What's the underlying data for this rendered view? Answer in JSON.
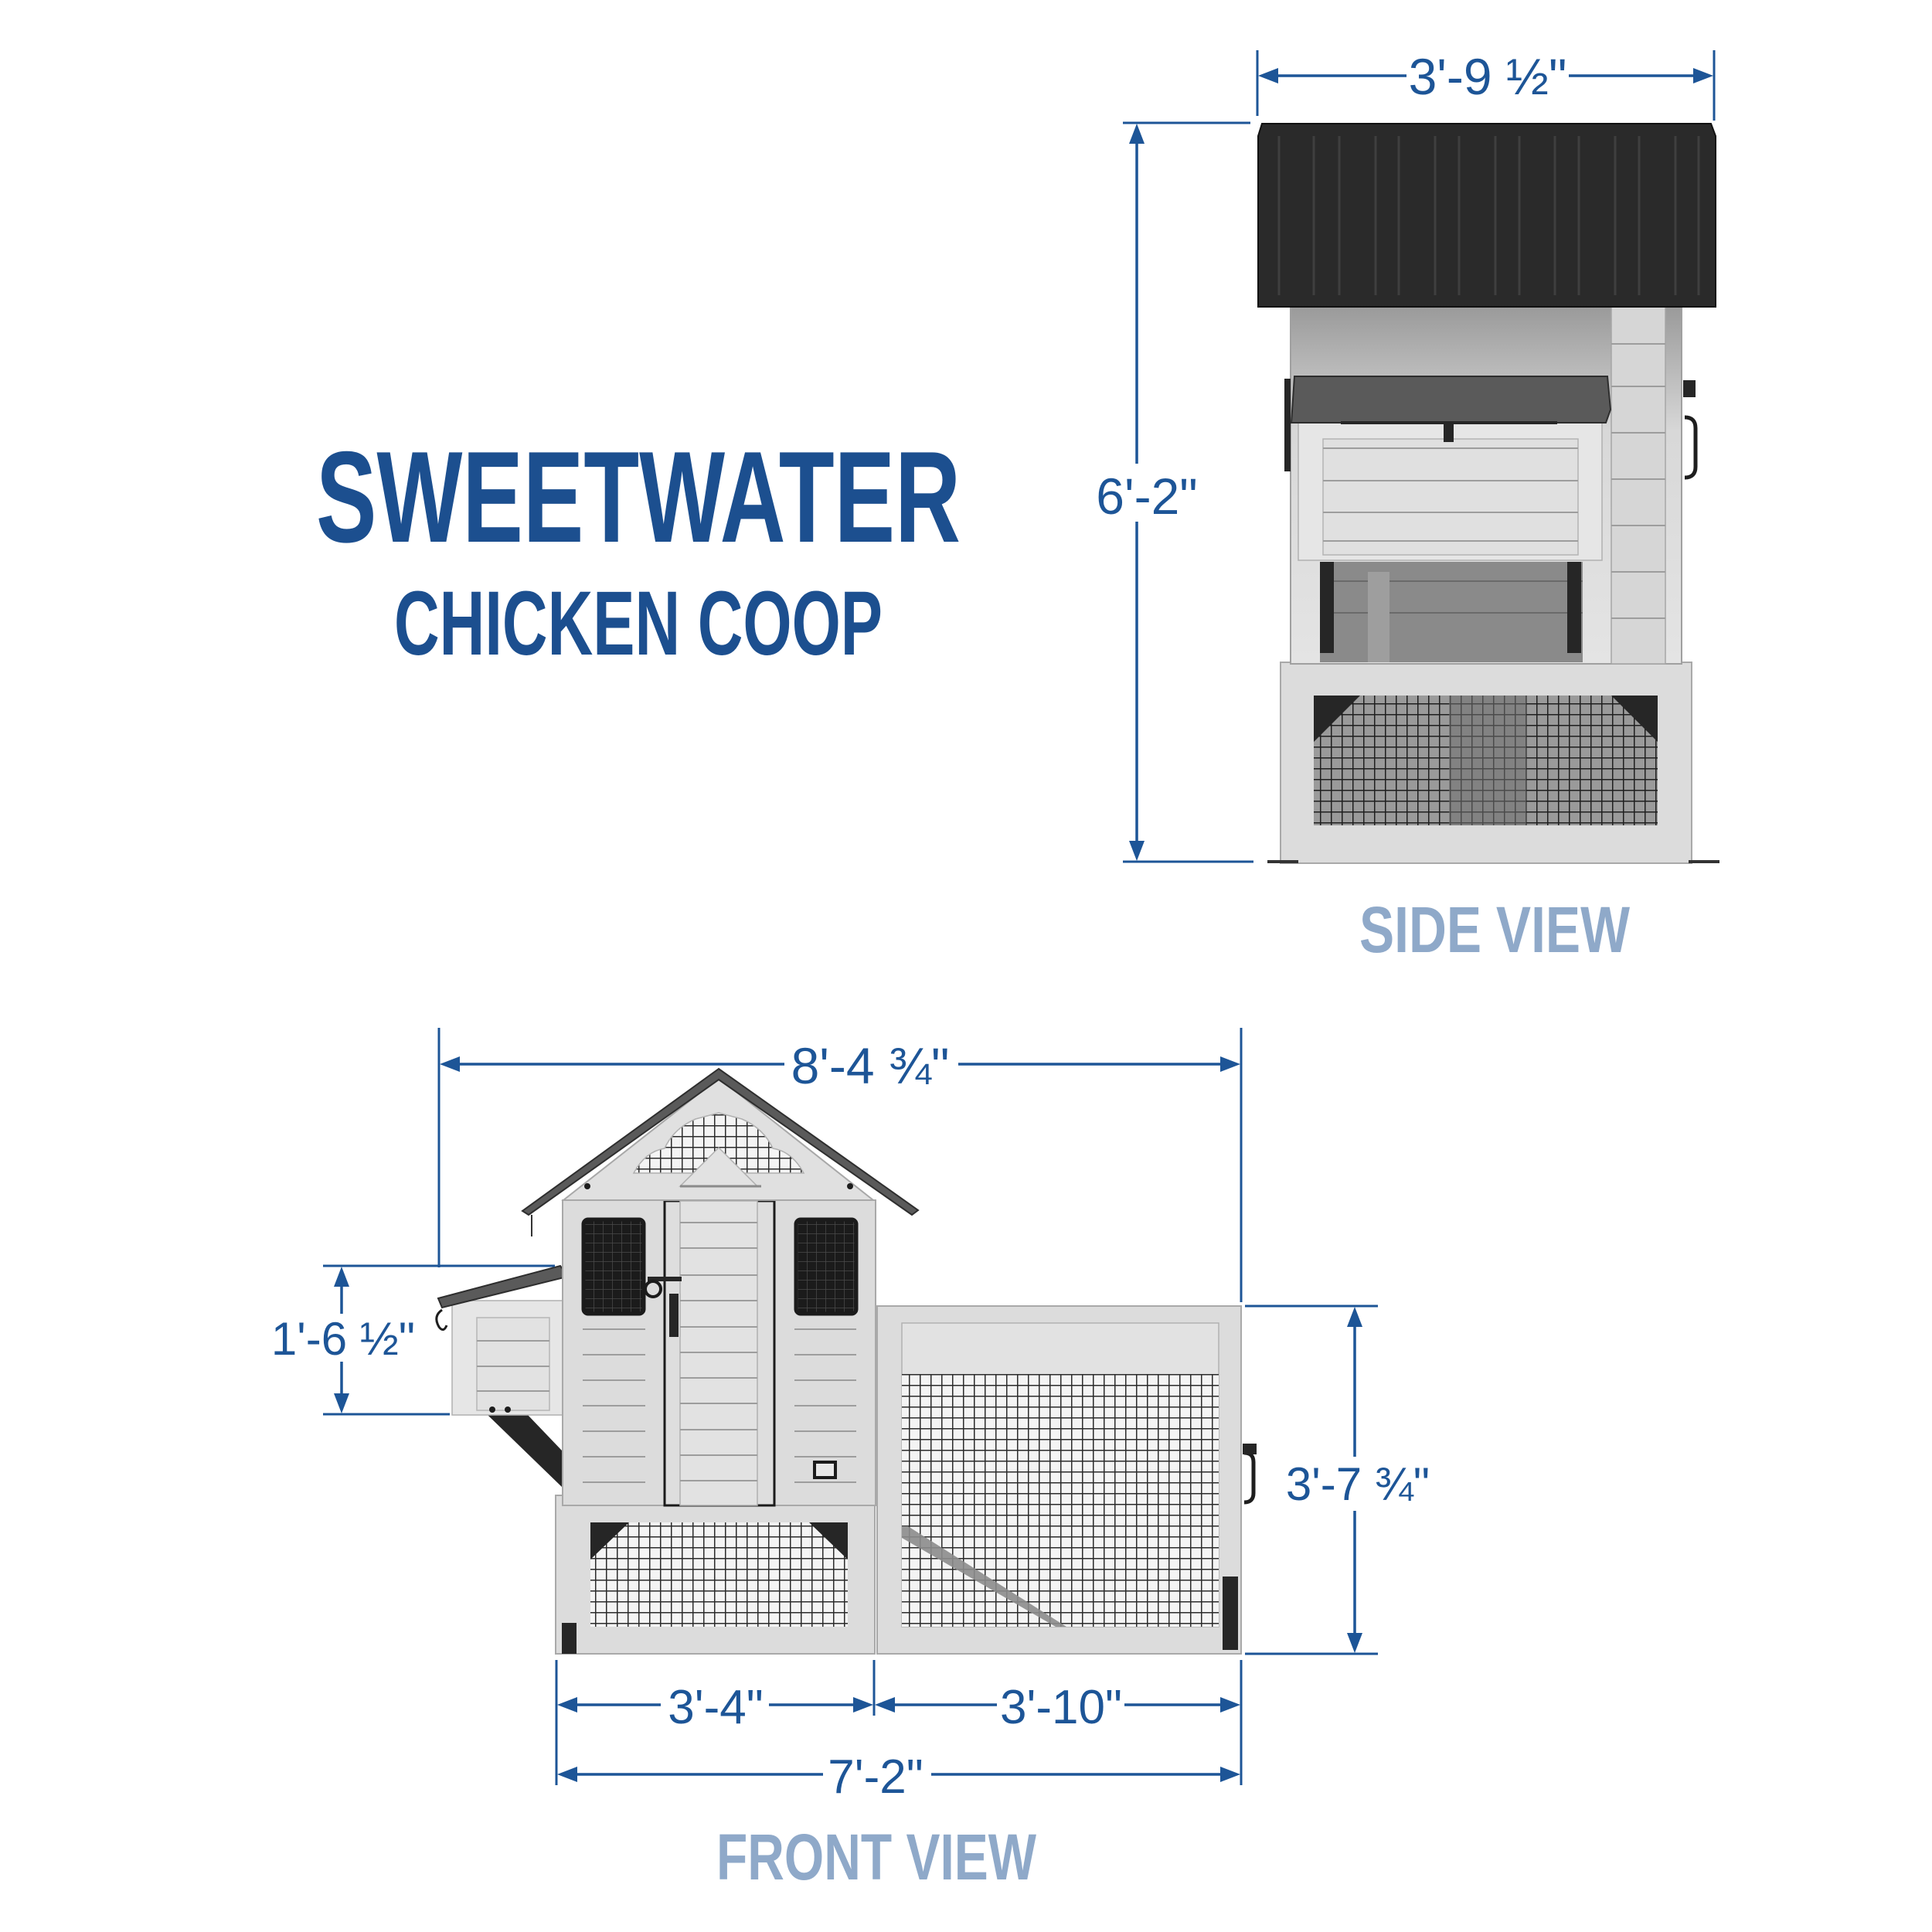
{
  "title": {
    "line1": "SWEETWATER",
    "line2": "CHICKEN COOP"
  },
  "colors": {
    "title_blue": "#1c4f8f",
    "dimension_blue": "#1d5597",
    "view_label_blue": "#8fa9c9",
    "coop_wood": "#dcdcdc",
    "roof_black": "#2a2a2a"
  },
  "side_view": {
    "label": "SIDE VIEW",
    "dimensions": {
      "width": "3'-9 ½\"",
      "height": "6'-2\""
    }
  },
  "front_view": {
    "label": "FRONT VIEW",
    "dimensions": {
      "overall_width": "8'-4 ¾\"",
      "nesting_box_height": "1'-6 ½\"",
      "run_height": "3'-7 ¾\"",
      "coop_base_width": "3'-4\"",
      "run_width": "3'-10\"",
      "base_total_width": "7'-2\""
    }
  }
}
